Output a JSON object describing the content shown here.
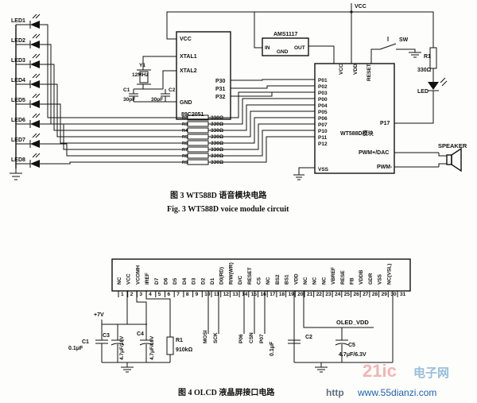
{
  "figure3": {
    "caption_cn": "图 3 WT588D 语音模块电路",
    "caption_en": "Fig. 3 WT588D voice module circuit",
    "leds": [
      "LED1",
      "LED2",
      "LED3",
      "LED4",
      "LED5",
      "LED6",
      "LED7",
      "LED8"
    ],
    "mcu": {
      "name": "89C2051",
      "pins_left": [
        "VCC",
        "XTAL1",
        "XTAL2",
        "GND"
      ],
      "pins_right": [
        "P30",
        "P31",
        "P32"
      ]
    },
    "crystal": {
      "name": "Y1",
      "freq": "12MHz"
    },
    "c1": {
      "name": "C1",
      "value": "30pF"
    },
    "c2": {
      "name": "C2",
      "value": "30pF"
    },
    "regulator": {
      "name": "AMS1117",
      "pin_in": "IN",
      "pin_gnd": "GND",
      "pin_out": "OUT"
    },
    "vcc_label": "VCC",
    "switch": "SW",
    "r1": {
      "name": "R1",
      "value": "330Ω"
    },
    "led": "LED",
    "resistors": [
      "R2",
      "R3",
      "R4",
      "R5",
      "R6",
      "R7",
      "R8",
      "R9"
    ],
    "resistor_value": "330Ω",
    "module": {
      "name": "WT588D模块",
      "top_pins": [
        "VCC",
        "VDD",
        "RESET"
      ],
      "left_pins": [
        "P01",
        "P02",
        "P03",
        "P00",
        "P04",
        "P05",
        "P06",
        "P07",
        "P10",
        "P11",
        "P12",
        "VSS"
      ],
      "right_pins": [
        "P17",
        "PWM+/DAC",
        "PWM-"
      ]
    },
    "speaker": "SPEAKER"
  },
  "figure4": {
    "caption_cn": "图 4 OLCD 液晶屏接口电路",
    "pin_labels": [
      "NC",
      "VCC",
      "VCOMH",
      "IREF",
      "D7",
      "D6",
      "D5",
      "D4",
      "D3",
      "D2",
      "D1",
      "D0(RD)",
      "R/W(WR)",
      "D/C",
      "RESET",
      "CS",
      "NC",
      "BS2",
      "BS1",
      "VDD",
      "NC",
      "NC",
      "NC",
      "VBREF",
      "RESE",
      "FB",
      "VDDB",
      "GDR",
      "VSS",
      "NC(VSL)"
    ],
    "pin_numbers": [
      "1",
      "2",
      "3",
      "4",
      "5",
      "6",
      "7",
      "8",
      "9",
      "10",
      "11",
      "12",
      "13",
      "14",
      "15",
      "16",
      "17",
      "18",
      "19",
      "20",
      "21",
      "22",
      "23",
      "24",
      "25",
      "26",
      "27",
      "28",
      "29",
      "30",
      "31"
    ],
    "signals": [
      "MOSI",
      "SCK",
      "P06",
      "CSN",
      "P07"
    ],
    "supply": "+7V",
    "c1": {
      "name": "C1",
      "value": "0.1μF"
    },
    "c3": {
      "name": "C3",
      "value": "4.7μF/16V"
    },
    "c4": {
      "name": "C4",
      "value": "4.7μF/16V"
    },
    "r1": {
      "name": "R1",
      "value": "910kΩ"
    },
    "c2": {
      "name": "C2",
      "value": "0.1μF"
    },
    "c5": {
      "name": "C5",
      "value": "4.7μF/6.3V"
    },
    "oled_vdd": "OLED_VDD"
  },
  "watermark": {
    "brand": "电子网",
    "url": "www.55dianzi.com",
    "prefix": "http"
  }
}
